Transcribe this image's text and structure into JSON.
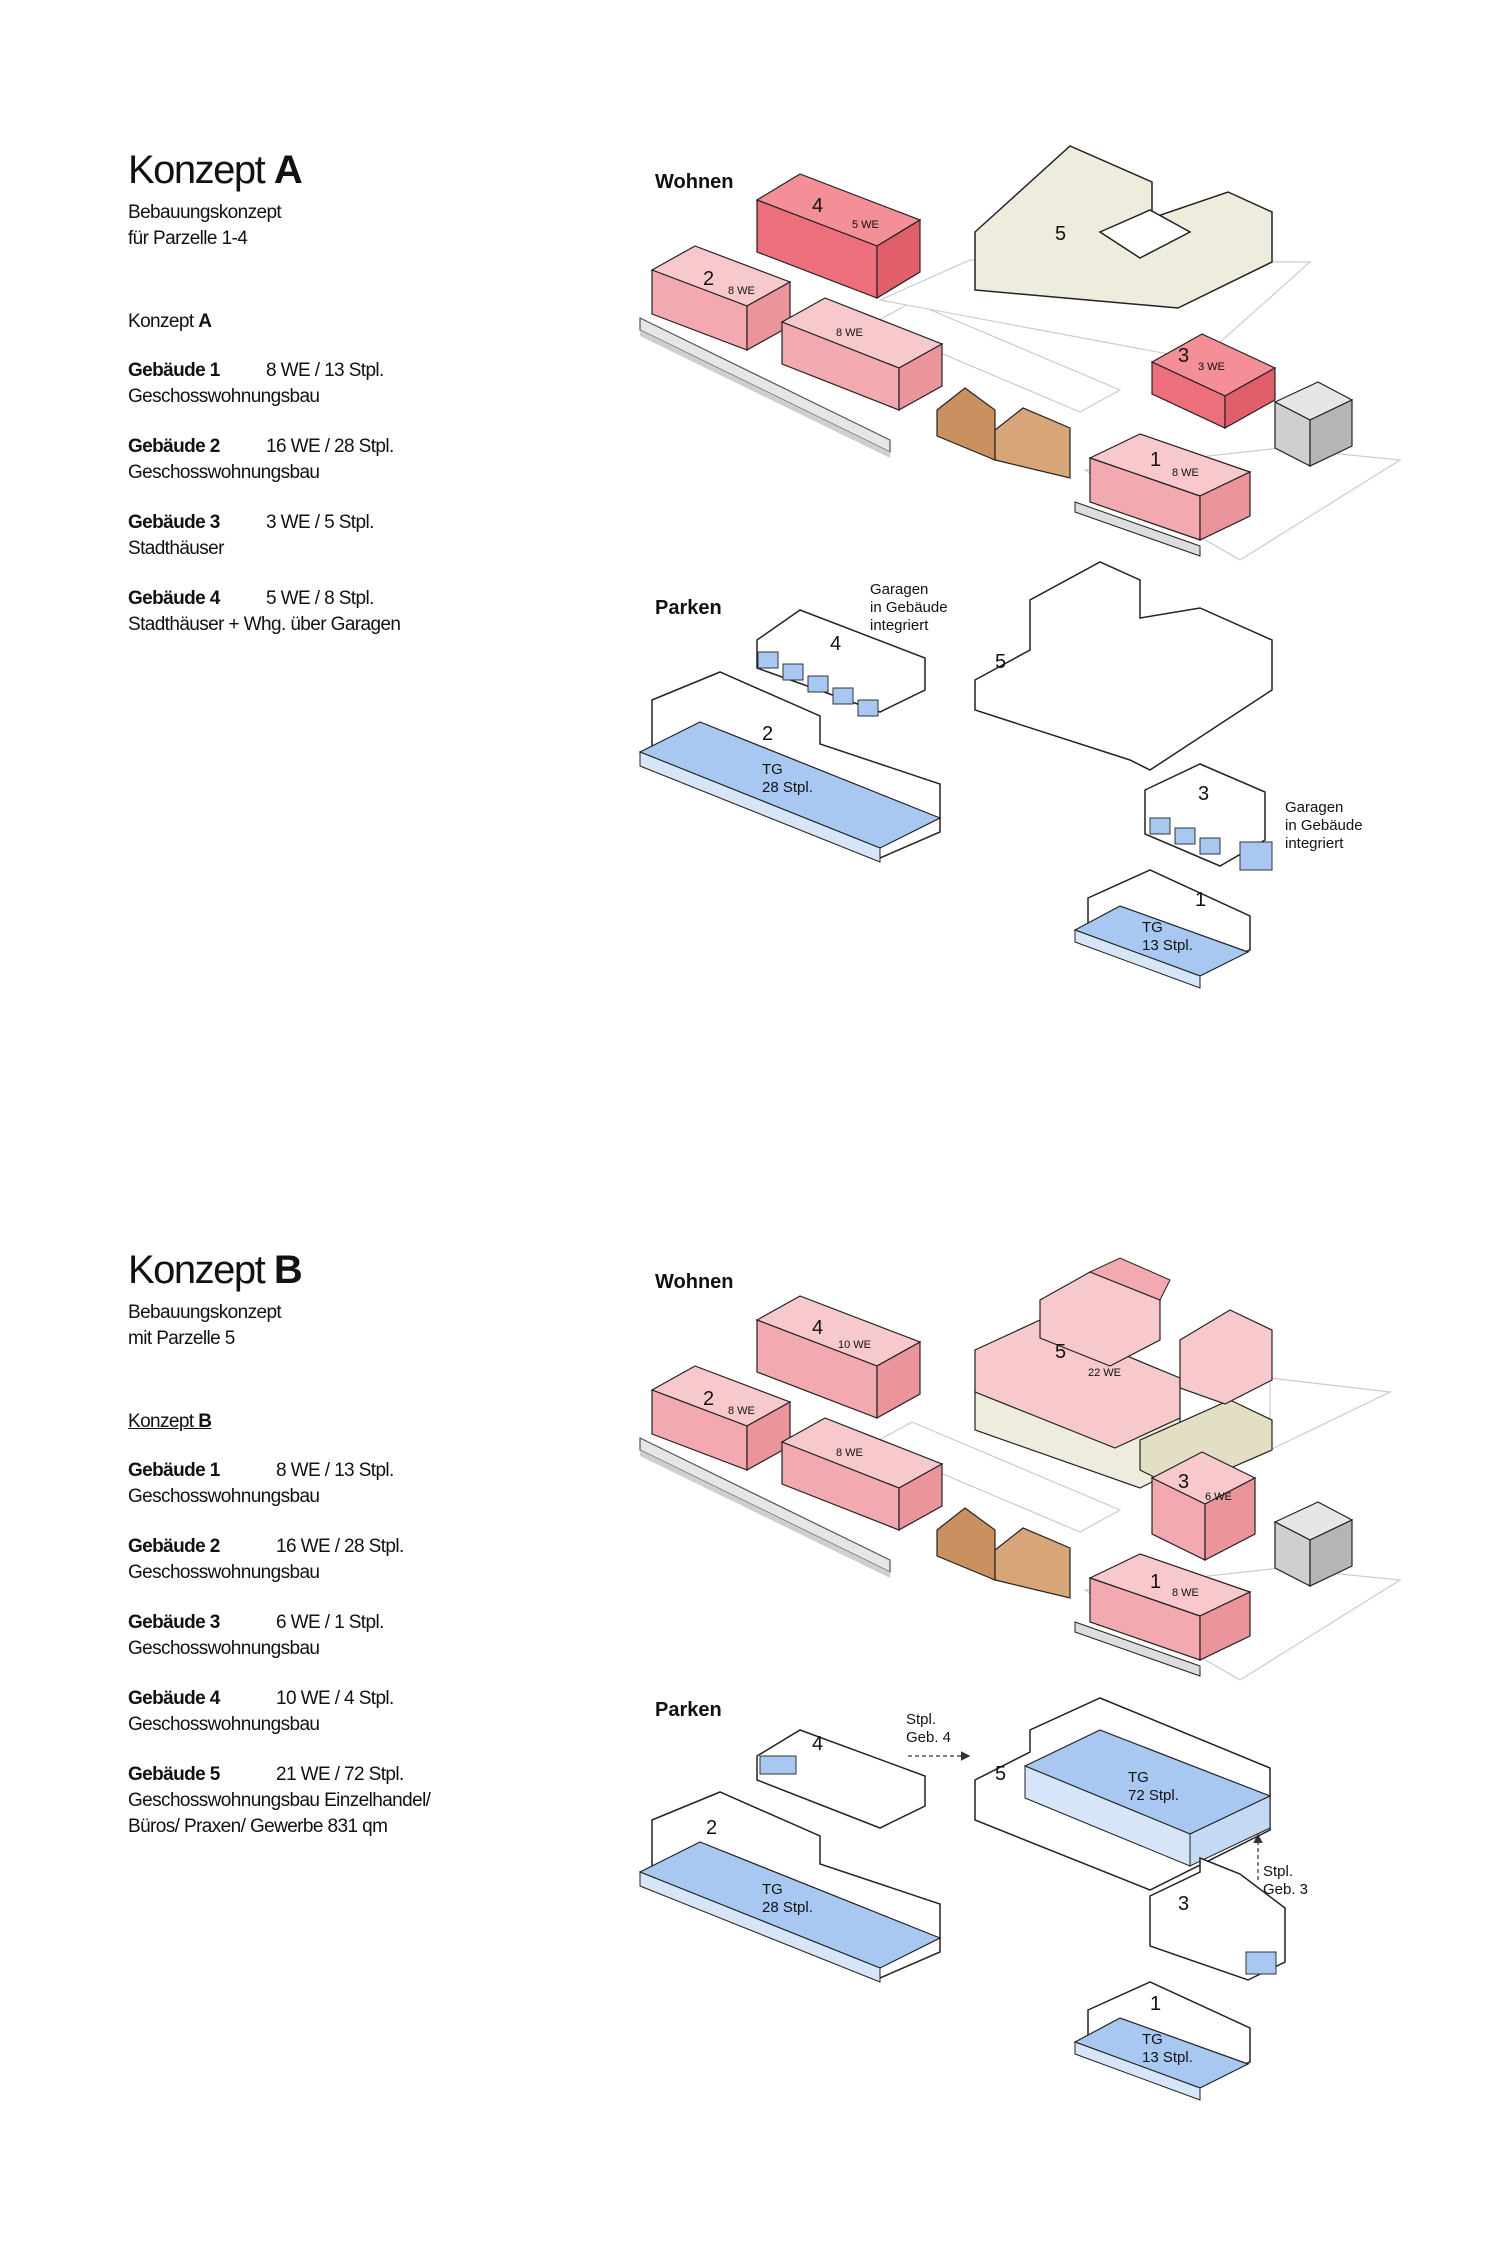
{
  "konzeptA": {
    "title_prefix": "Konzept",
    "title_letter": "A",
    "subtitle_line1": "Bebauungskonzept",
    "subtitle_line2": "für Parzelle 1-4",
    "label_prefix": "Konzept",
    "label_letter": "A",
    "buildings": [
      {
        "name": "Gebäude 1",
        "value": "8 WE / 13 Stpl.",
        "type": "Geschosswohnungsbau"
      },
      {
        "name": "Gebäude 2",
        "value": "16 WE / 28 Stpl.",
        "type": "Geschosswohnungsbau"
      },
      {
        "name": "Gebäude 3",
        "value": "3 WE / 5 Stpl.",
        "type": "Stadthäuser"
      },
      {
        "name": "Gebäude 4",
        "value": "5 WE / 8 Stpl.",
        "type": "Stadthäuser + Whg. über Garagen"
      }
    ],
    "diagram": {
      "wohnen": "Wohnen",
      "parken": "Parken",
      "b4_num": "4",
      "b4_we": "5 WE",
      "b5_num": "5",
      "b2_num": "2",
      "b2_we": "8 WE",
      "b2b_we": "8 WE",
      "b3_num": "3",
      "b3_we": "3 WE",
      "b1_num": "1",
      "b1_we": "8 WE",
      "p4_num": "4",
      "garagen_1": "Garagen",
      "garagen_2": "in Gebäude",
      "garagen_3": "integriert",
      "p5_num": "5",
      "p2_num": "2",
      "p2_tg": "TG",
      "p2_stpl": "28 Stpl.",
      "p3_num": "3",
      "p1_num": "1",
      "p1_tg": "TG",
      "p1_stpl": "13 Stpl."
    }
  },
  "konzeptB": {
    "title_prefix": "Konzept",
    "title_letter": "B",
    "subtitle_line1": "Bebauungskonzept",
    "subtitle_line2": "mit Parzelle 5",
    "label_prefix": "Konzept",
    "label_letter": "B",
    "buildings": [
      {
        "name": "Gebäude 1",
        "value": "8 WE / 13 Stpl.",
        "type": "Geschosswohnungsbau"
      },
      {
        "name": "Gebäude 2",
        "value": "16 WE / 28 Stpl.",
        "type": "Geschosswohnungsbau"
      },
      {
        "name": "Gebäude 3",
        "value": "6 WE / 1 Stpl.",
        "type": "Geschosswohnungsbau"
      },
      {
        "name": "Gebäude 4",
        "value": "10 WE / 4 Stpl.",
        "type": "Geschosswohnungsbau"
      },
      {
        "name": "Gebäude 5",
        "value": "21 WE / 72 Stpl.",
        "type": "Geschosswohnungsbau Einzelhandel/",
        "type2": "Büros/ Praxen/ Gewerbe 831 qm"
      }
    ],
    "diagram": {
      "wohnen": "Wohnen",
      "parken": "Parken",
      "b4_num": "4",
      "b4_we": "10 WE",
      "b5_num": "5",
      "b5_we": "22 WE",
      "b2_num": "2",
      "b2_we": "8 WE",
      "b2b_we": "8 WE",
      "b3_num": "3",
      "b3_we": "6 WE",
      "b1_num": "1",
      "b1_we": "8 WE",
      "p4_num": "4",
      "stpl4_1": "Stpl.",
      "stpl4_2": "Geb. 4",
      "p5_num": "5",
      "p5_tg": "TG",
      "p5_stpl": "72 Stpl.",
      "stpl3_1": "Stpl.",
      "stpl3_2": "Geb. 3",
      "p2_num": "2",
      "p2_tg": "TG",
      "p2_stpl": "28 Stpl.",
      "p3_num": "3",
      "p1_num": "1",
      "p1_tg": "TG",
      "p1_stpl": "13 Stpl."
    }
  },
  "colors": {
    "pink_top": "#f7c9cc",
    "pink_side": "#f2a9af",
    "red_top": "#f48e97",
    "red_side": "#ec6f7b",
    "beige_top": "#eeecdc",
    "beige_side": "#e3dfc4",
    "brown_top": "#d7a577",
    "brown_side": "#c8915f",
    "gray_top": "#d9d9d9",
    "gray_side": "#bdbdbd",
    "blue": "#a8c8f2",
    "blue_light": "#d6e5f7"
  }
}
